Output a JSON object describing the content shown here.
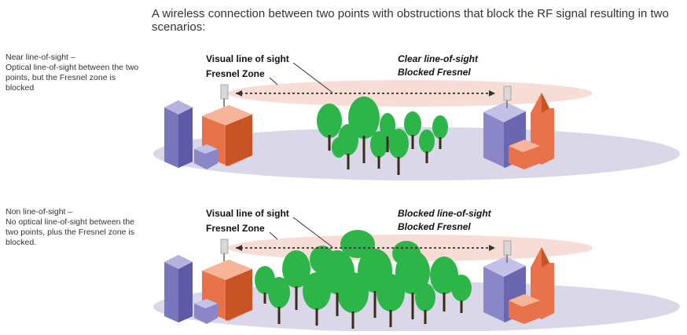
{
  "header": {
    "title": "A wireless connection between two points with obstructions that block the RF signal resulting in two scenarios:"
  },
  "scenarios": [
    {
      "side_title": "Near line-of-sight –",
      "side_text": "Optical line-of-sight between the two points, but the Fresnel zone is blocked",
      "label_visual": "Visual line of sight",
      "label_fresnel": "Fresnel Zone",
      "status_1": "Clear line-of-sight",
      "status_2": "Blocked Fresnel"
    },
    {
      "side_title": "Non line-of-sight –",
      "side_text": "No optical line-of-sight between the two points, plus the Fresnel zone is blocked.",
      "label_visual": "Visual line of sight",
      "label_fresnel": "Fresnel Zone",
      "status_1": "Blocked line-of-sight",
      "status_2": "Blocked Fresnel"
    }
  ],
  "colors": {
    "ground": "#d9d7e8",
    "fresnel_zone": "#f8ddd6",
    "building_purple": "#8a86c8",
    "building_orange": "#e8734a",
    "tree_green": "#2db54a",
    "trunk": "#3a2a1a"
  }
}
